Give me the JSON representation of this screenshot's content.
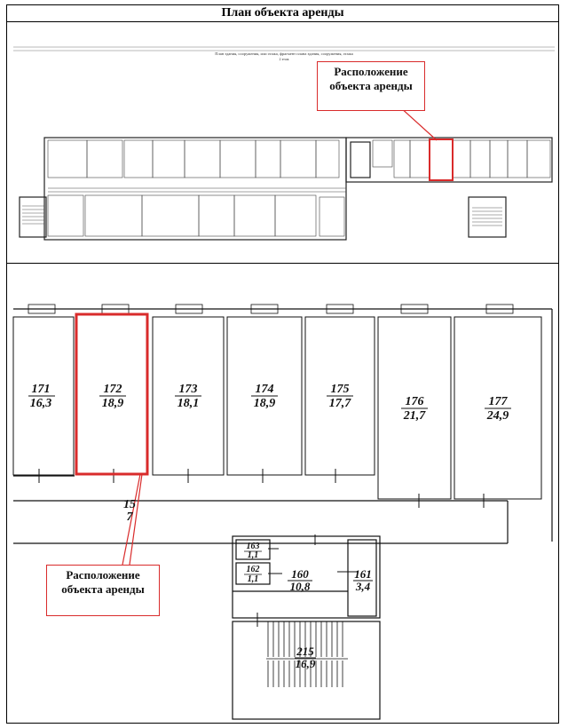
{
  "title": "План объекта аренды",
  "overview": {
    "header_text": "План здания, сооружения, или этажа, фрагмент плана здания, сооружения, этажа",
    "floor_text": "2 этаж",
    "callout": "Расположение объекта аренды"
  },
  "detail": {
    "callout": "Расположение объекта аренды",
    "corridor_label": "15",
    "corridor_area": "7",
    "rooms": [
      {
        "num": "171",
        "area": "16,3"
      },
      {
        "num": "172",
        "area": "18,9",
        "highlight": true
      },
      {
        "num": "173",
        "area": "18,1"
      },
      {
        "num": "174",
        "area": "18,9"
      },
      {
        "num": "175",
        "area": "17,7"
      },
      {
        "num": "176",
        "area": "21,7"
      },
      {
        "num": "177",
        "area": "24,9"
      },
      {
        "num": "163",
        "area": "1,1"
      },
      {
        "num": "162",
        "area": "1,1"
      },
      {
        "num": "160",
        "area": "10,8"
      },
      {
        "num": "161",
        "area": "3,4"
      },
      {
        "num": "215",
        "area": "16,9"
      }
    ]
  },
  "colors": {
    "highlight": "#d92b2b",
    "line": "#111111"
  }
}
